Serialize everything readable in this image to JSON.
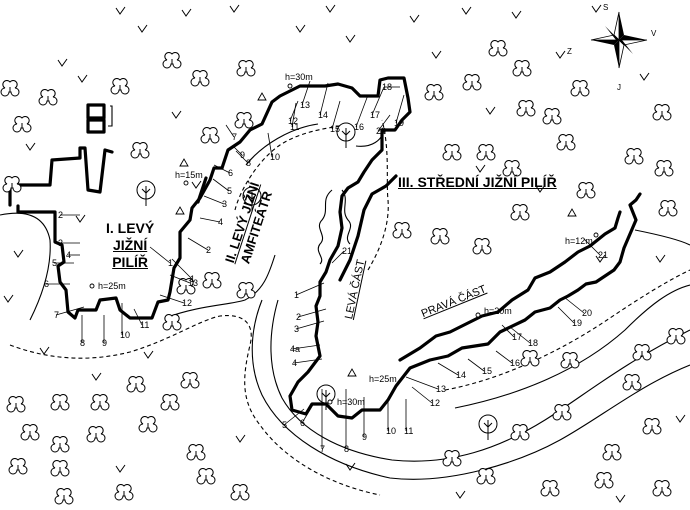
{
  "compass": {
    "north": "S",
    "west": "Z",
    "east": "V",
    "south": "J"
  },
  "sectors": {
    "levy_pilir": {
      "line1": "I. LEVÝ",
      "line2": "JIŽNÍ",
      "line3": "PILÍŘ"
    },
    "amfiteatr": {
      "line1": "II. LEVÝ JIŽNÍ",
      "line2": "AMFITEÁTR"
    },
    "stredni_pilir": {
      "label": "III. STŘEDNÍ JIŽNÍ PILÍŘ"
    },
    "leva_cast": {
      "label": "LEVÁ ČÁST"
    },
    "prava_cast": {
      "label": "PRAVÁ ČÁST"
    }
  },
  "heights": {
    "levy_pilir": "h=25m",
    "amfiteatr_left": "h=15m",
    "amfiteatr_top": "h=30m",
    "stredni_top": "h=12m",
    "stredni_mid": "h=20m",
    "stredni_base": "h=25m",
    "stredni_bottom": "h=30m"
  },
  "routes": {
    "levy_pilir": [
      "1",
      "2",
      "3",
      "4",
      "5",
      "6",
      "7",
      "8",
      "9",
      "10",
      "11",
      "12",
      "13"
    ],
    "amfiteatr": [
      "1",
      "2",
      "3",
      "4",
      "5",
      "6",
      "7",
      "8",
      "9",
      "10",
      "11",
      "12",
      "13",
      "14",
      "15",
      "16",
      "17",
      "18",
      "19",
      "20"
    ],
    "leva_cast": [
      "1",
      "2",
      "3",
      "4a",
      "4",
      "5",
      "6",
      "7",
      "8",
      "9",
      "10",
      "11",
      "12",
      "13",
      "21"
    ],
    "prava_cast": [
      "14",
      "15",
      "16",
      "17",
      "18",
      "19",
      "20",
      "21"
    ]
  }
}
